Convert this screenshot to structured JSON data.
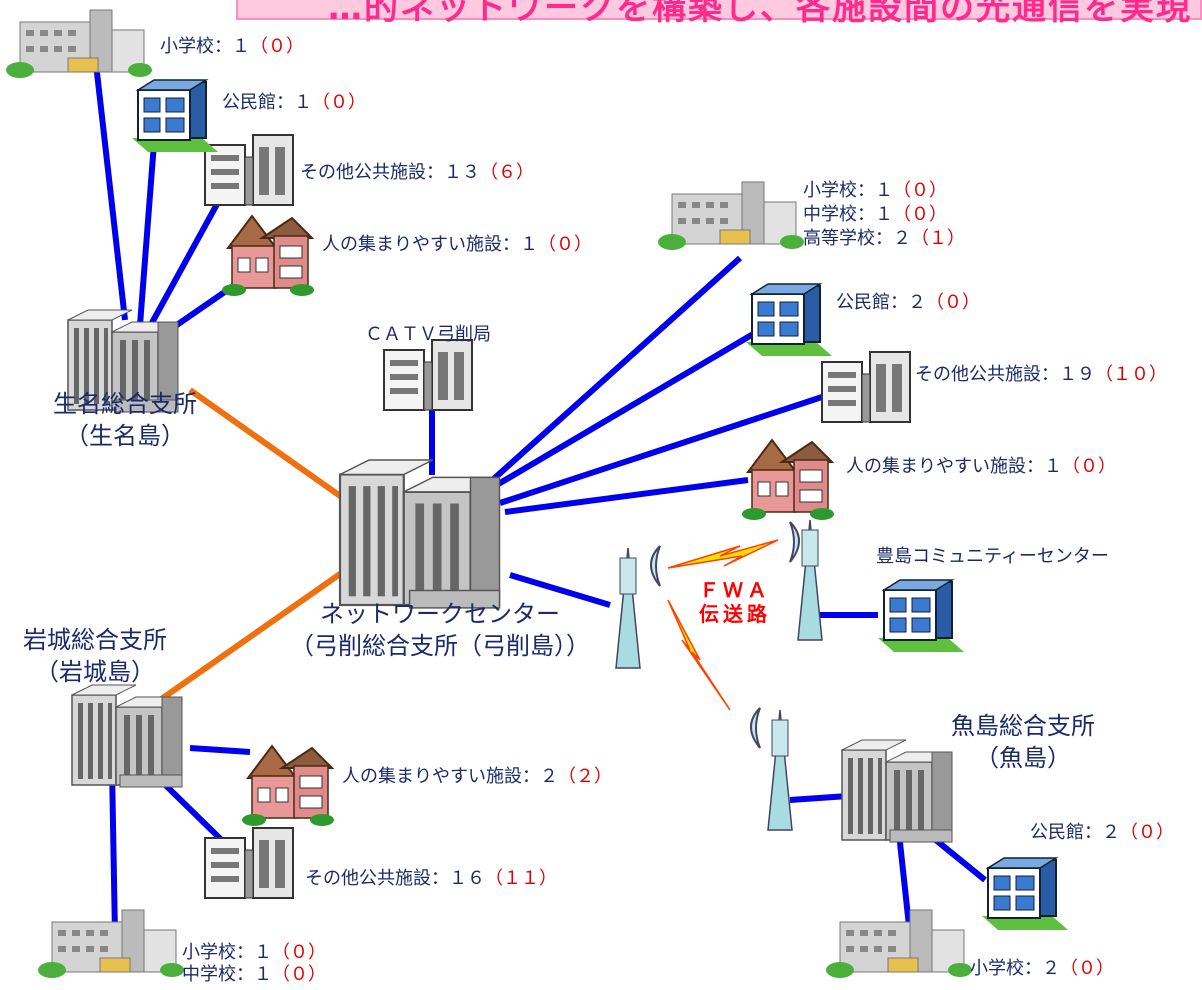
{
  "banner": {
    "text": "…的ネットワークを構築し、各施設間の光通信を実現"
  },
  "hubs": {
    "ikuna": {
      "line1": "生名総合支所",
      "line2": "（生名島）"
    },
    "iwagi": {
      "line1": "岩城総合支所",
      "line2": "（岩城島）"
    },
    "center": {
      "line1": "ネットワークセンター",
      "line2": "（弓削総合支所（弓削島））"
    },
    "uoshima": {
      "line1": "魚島総合支所",
      "line2": "（魚島）"
    },
    "catv": "ＣＡＴＶ弓削局",
    "toyoshima": "豊島コミュニティーセンター"
  },
  "fwa": {
    "line1": "ＦＷＡ",
    "line2": "伝送路"
  },
  "facilities": {
    "ikuna_school": {
      "name": "小学校：１",
      "count": "（０）"
    },
    "ikuna_hall": {
      "name": "公民館：１",
      "count": "（０）"
    },
    "ikuna_other": {
      "name": "その他公共施設：１３",
      "count": "（６）"
    },
    "ikuna_gather": {
      "name": "人の集まりやすい施設：１",
      "count": "（０）"
    },
    "yuge_school1": {
      "name": "小学校：１",
      "count": "（０）"
    },
    "yuge_school2": {
      "name": "中学校：１",
      "count": "（０）"
    },
    "yuge_school3": {
      "name": "高等学校：２",
      "count": "（１）"
    },
    "yuge_hall": {
      "name": "公民館：２",
      "count": "（０）"
    },
    "yuge_other": {
      "name": "その他公共施設：１９",
      "count": "（１０）"
    },
    "yuge_gather": {
      "name": "人の集まりやすい施設：１",
      "count": "（０）"
    },
    "iwagi_gather": {
      "name": "人の集まりやすい施設：２",
      "count": "（２）"
    },
    "iwagi_other": {
      "name": "その他公共施設：１６",
      "count": "（１１）"
    },
    "iwagi_school1": {
      "name": "小学校：１",
      "count": "（０）"
    },
    "iwagi_school2": {
      "name": "中学校：１",
      "count": "（０）"
    },
    "uo_hall": {
      "name": "公民館：２",
      "count": "（０）"
    },
    "uo_school": {
      "name": "小学校：２",
      "count": "（０）"
    }
  },
  "colors": {
    "fiber": "#0000ee",
    "backbone": "#f07010",
    "text": "#1a2a6c",
    "count": "#e00000",
    "fwa": "#ff0000"
  }
}
